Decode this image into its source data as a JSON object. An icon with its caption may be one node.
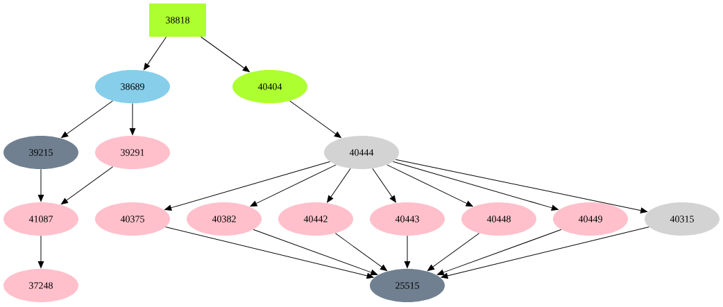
{
  "diagram": {
    "nodes": [
      {
        "text": [
          "38818"
        ]
      },
      {
        "text": [
          "38689"
        ]
      },
      {
        "text": [
          "40404"
        ]
      },
      {
        "text": [
          "39215"
        ]
      },
      {
        "text": [
          "39291"
        ]
      },
      {
        "text": [
          "40444"
        ]
      },
      {
        "text": [
          "41087"
        ]
      },
      {
        "text": [
          "40375"
        ]
      },
      {
        "text": [
          "40382"
        ]
      },
      {
        "text": [
          "40442"
        ]
      },
      {
        "text": [
          "40443"
        ]
      },
      {
        "text": [
          "40448"
        ]
      },
      {
        "text": [
          "40449"
        ]
      },
      {
        "text": [
          "40315"
        ]
      },
      {
        "text": [
          "37248"
        ]
      },
      {
        "text": [
          "25515"
        ]
      }
    ],
    "edges": [
      {
        "from": 0,
        "to": 1,
        "arrow": "to"
      },
      {
        "from": 0,
        "to": 2,
        "arrow": "to"
      },
      {
        "from": 1,
        "to": 3,
        "arrow": "to"
      },
      {
        "from": 1,
        "to": 4,
        "arrow": "to"
      },
      {
        "from": 2,
        "to": 5,
        "arrow": "to"
      },
      {
        "from": 3,
        "to": 6,
        "arrow": "to"
      },
      {
        "from": 4,
        "to": 6,
        "arrow": "to"
      },
      {
        "from": 5,
        "to": 7,
        "arrow": "to"
      },
      {
        "from": 5,
        "to": 8,
        "arrow": "to"
      },
      {
        "from": 5,
        "to": 9,
        "arrow": "to"
      },
      {
        "from": 5,
        "to": 10,
        "arrow": "to"
      },
      {
        "from": 5,
        "to": 11,
        "arrow": "to"
      },
      {
        "from": 5,
        "to": 12,
        "arrow": "to"
      },
      {
        "from": 5,
        "to": 13,
        "arrow": "to"
      },
      {
        "from": 6,
        "to": 14,
        "arrow": "to"
      },
      {
        "from": 7,
        "to": 15,
        "arrow": "to"
      },
      {
        "from": 8,
        "to": 15,
        "arrow": "to"
      },
      {
        "from": 9,
        "to": 15,
        "arrow": "to"
      },
      {
        "from": 10,
        "to": 15,
        "arrow": "to"
      },
      {
        "from": 11,
        "to": 15,
        "arrow": "to"
      },
      {
        "from": 12,
        "to": 15,
        "arrow": "to"
      },
      {
        "from": 13,
        "to": 15,
        "arrow": "to"
      }
    ]
  }
}
